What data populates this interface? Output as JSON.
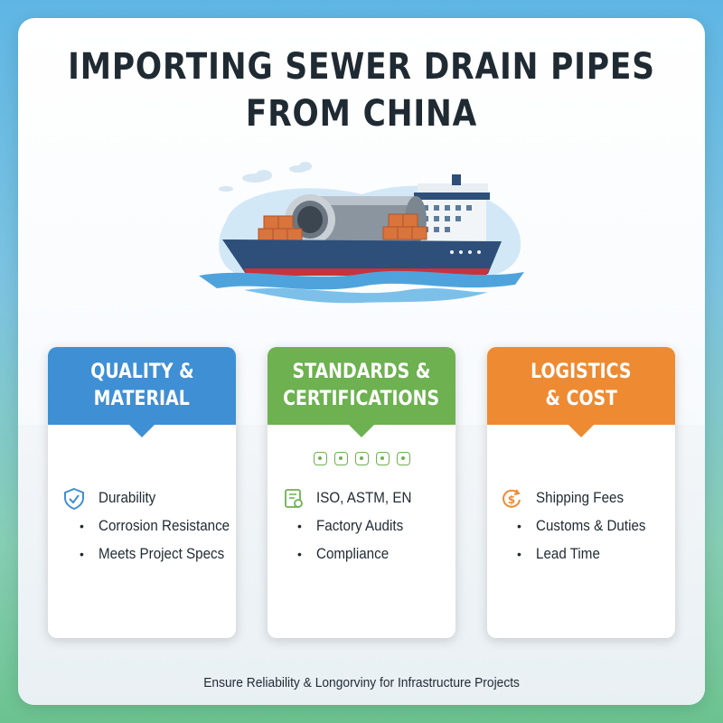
{
  "title": {
    "line1": "IMPORTING SEWER DRAIN PIPES",
    "line2": "FROM CHINA"
  },
  "cards": [
    {
      "heading": [
        "QUALITY &",
        "MATERIAL"
      ],
      "icon": "shield-check-icon",
      "color": "#3f8fd4",
      "items": [
        "Durability",
        "Corrosion Resistance",
        "Meets Project Specs"
      ]
    },
    {
      "heading": [
        "STANDARDS &",
        "CERTIFICATIONS"
      ],
      "icon": "certificate-icon",
      "color": "#6db151",
      "items": [
        "ISO, ASTM, EN",
        "Factory Audits",
        "Compliance"
      ]
    },
    {
      "heading": [
        "LOGISTICS",
        "& COST"
      ],
      "icon": "dollar-cycle-icon",
      "color": "#ee8a32",
      "items": [
        "Shipping Fees",
        "Customs & Duties",
        "Lead Time"
      ]
    }
  ],
  "footer": "Ensure Reliability & Longorviny for Infrastructure Projects"
}
